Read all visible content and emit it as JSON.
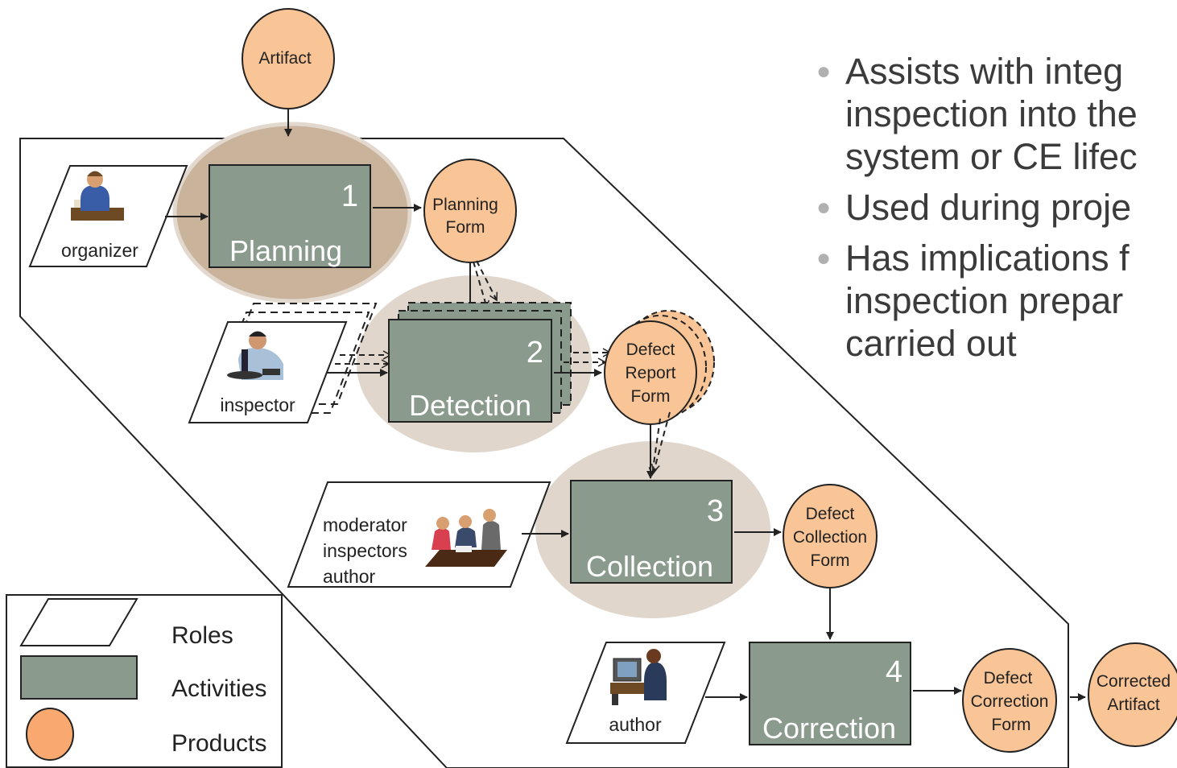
{
  "artifact_label": "Artifact",
  "roles": {
    "organizer": "organizer",
    "inspector": "inspector",
    "group_lines": [
      "moderator",
      "inspectors",
      "author"
    ],
    "author": "author"
  },
  "activities": [
    {
      "number": "1",
      "name": "Planning"
    },
    {
      "number": "2",
      "name": "Detection"
    },
    {
      "number": "3",
      "name": "Collection"
    },
    {
      "number": "4",
      "name": "Correction"
    }
  ],
  "products": {
    "planning_form": [
      "Planning",
      "Form"
    ],
    "defect_report_form": [
      "Defect",
      "Report",
      "Form"
    ],
    "defect_collection_form": [
      "Defect",
      "Collection",
      "Form"
    ],
    "defect_correction_form": [
      "Defect",
      "Correction",
      "Form"
    ],
    "corrected_artifact": [
      "Corrected",
      "Artifact"
    ]
  },
  "legend": {
    "roles": "Roles",
    "activities": "Activities",
    "products": "Products"
  },
  "bullets": [
    "Assists with integ\ninspection into the\nsystem or CE lifec",
    "Used during proje",
    "Has implications f\ninspection prepar\ncarried out"
  ],
  "colors": {
    "activity_fill": "#8a9a8c",
    "product_fill": "#f9c496",
    "planning_halo": "#c9b39b",
    "halo": "#e0d6cc"
  }
}
